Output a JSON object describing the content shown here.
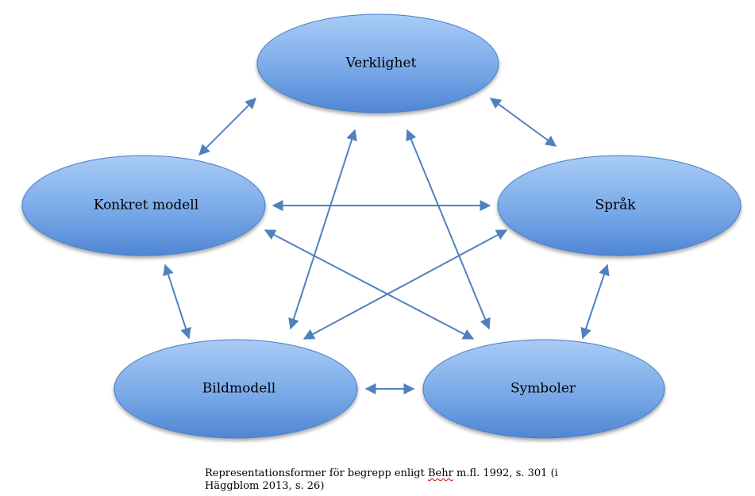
{
  "nodes": [
    {
      "id": "verklighet",
      "label": "Verklighet"
    },
    {
      "id": "konkret",
      "label": "Konkret modell"
    },
    {
      "id": "sprak",
      "label": "Språk"
    },
    {
      "id": "bildmodell",
      "label": "Bildmodell"
    },
    {
      "id": "symboler",
      "label": "Symboler"
    }
  ],
  "edges": [
    {
      "from": "verklighet",
      "to": "konkret",
      "direction": "both"
    },
    {
      "from": "verklighet",
      "to": "sprak",
      "direction": "both"
    },
    {
      "from": "verklighet",
      "to": "bildmodell",
      "direction": "both"
    },
    {
      "from": "verklighet",
      "to": "symboler",
      "direction": "both"
    },
    {
      "from": "konkret",
      "to": "sprak",
      "direction": "both"
    },
    {
      "from": "konkret",
      "to": "bildmodell",
      "direction": "both"
    },
    {
      "from": "konkret",
      "to": "symboler",
      "direction": "both"
    },
    {
      "from": "sprak",
      "to": "bildmodell",
      "direction": "both"
    },
    {
      "from": "sprak",
      "to": "symboler",
      "direction": "both"
    },
    {
      "from": "bildmodell",
      "to": "symboler",
      "direction": "both"
    }
  ],
  "caption": {
    "part1": "Representationsformer för begrepp enligt ",
    "misspelled_word": "Behr",
    "part2": " m.fl. 1992, s. 301 (i Häggblom 2013, s. 26)"
  },
  "colors": {
    "ellipse_top": "#a9ccf6",
    "ellipse_bottom": "#4f86d4",
    "ellipse_stroke": "#4a7ec4",
    "arrow": "#4f81bd",
    "spellcheck_underline": "#d00000"
  }
}
